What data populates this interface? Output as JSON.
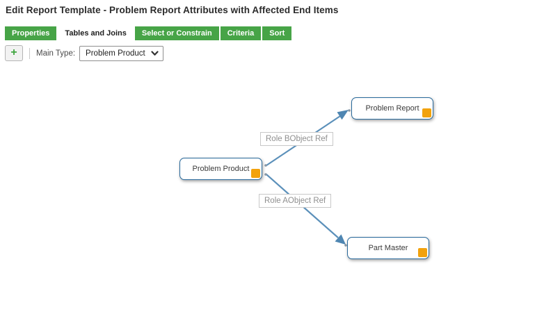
{
  "window": {
    "title": "Edit Report Template - Problem Report Attributes with Affected End Items"
  },
  "tabs": [
    {
      "label": "Properties",
      "active": false
    },
    {
      "label": "Tables and Joins",
      "active": true
    },
    {
      "label": "Select or Constrain",
      "active": false
    },
    {
      "label": "Criteria",
      "active": false
    },
    {
      "label": "Sort",
      "active": false
    }
  ],
  "toolbar": {
    "add_button_glyph": "+",
    "add_button_icon": "plus-icon",
    "main_type_label": "Main Type:",
    "main_type_value": "Problem Product",
    "main_type_chevron_icon": "chevron-down-icon"
  },
  "diagram": {
    "nodes": [
      {
        "id": "problem-report",
        "label": "Problem Report"
      },
      {
        "id": "problem-product",
        "label": "Problem Product"
      },
      {
        "id": "part-master",
        "label": "Part Master"
      }
    ],
    "edges": [
      {
        "label": "Role BObject Ref",
        "from": "Problem Product",
        "to": "Problem Report"
      },
      {
        "label": "Role AObject Ref",
        "from": "Problem Product",
        "to": "Part Master"
      }
    ]
  },
  "colors": {
    "tab_green": "#47a447",
    "plus_green": "#3fa53f",
    "node_border_blue": "#28699b",
    "connector_blue": "#5b90ba",
    "handle_orange": "#f2a20d",
    "edge_label_gray": "#8f8f8f"
  }
}
